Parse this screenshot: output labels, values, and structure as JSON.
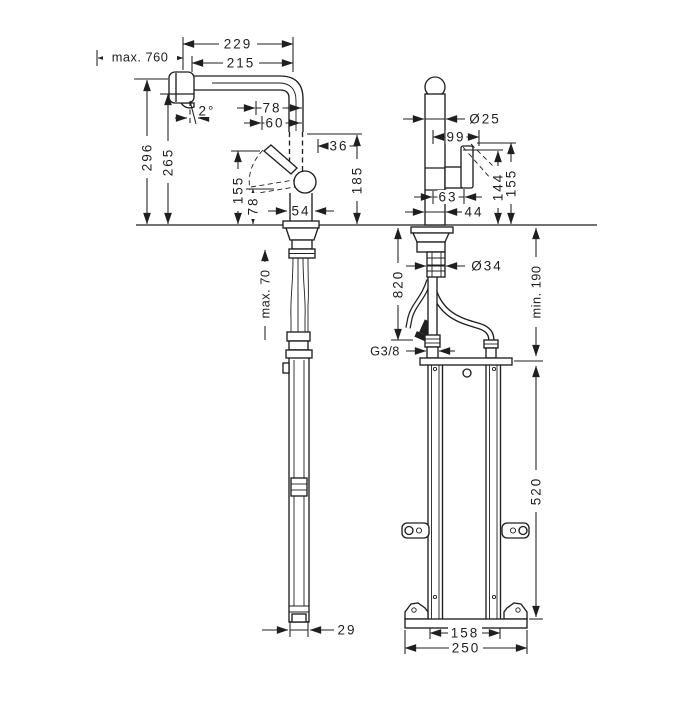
{
  "drawing": {
    "background": "#ffffff",
    "ink_color": "#1f1f1f",
    "side": {
      "d229": "229",
      "d760": "max. 760",
      "d215": "215",
      "angle": "2°",
      "d78_offset": "78",
      "d60": "60",
      "d36": "36",
      "d296": "296",
      "d265": "265",
      "d155": "155",
      "d78_height": "78",
      "d185": "185",
      "d54": "54",
      "d70": "max. 70",
      "d29": "29"
    },
    "front": {
      "d25": "Ø25",
      "d99": "99",
      "d144": "144",
      "d155": "155",
      "d63": "63",
      "d44": "44",
      "d34": "Ø34",
      "d820": "820",
      "d190": "min. 190",
      "thread": "G3/8",
      "d520": "520",
      "d158": "158",
      "d250": "250"
    }
  }
}
